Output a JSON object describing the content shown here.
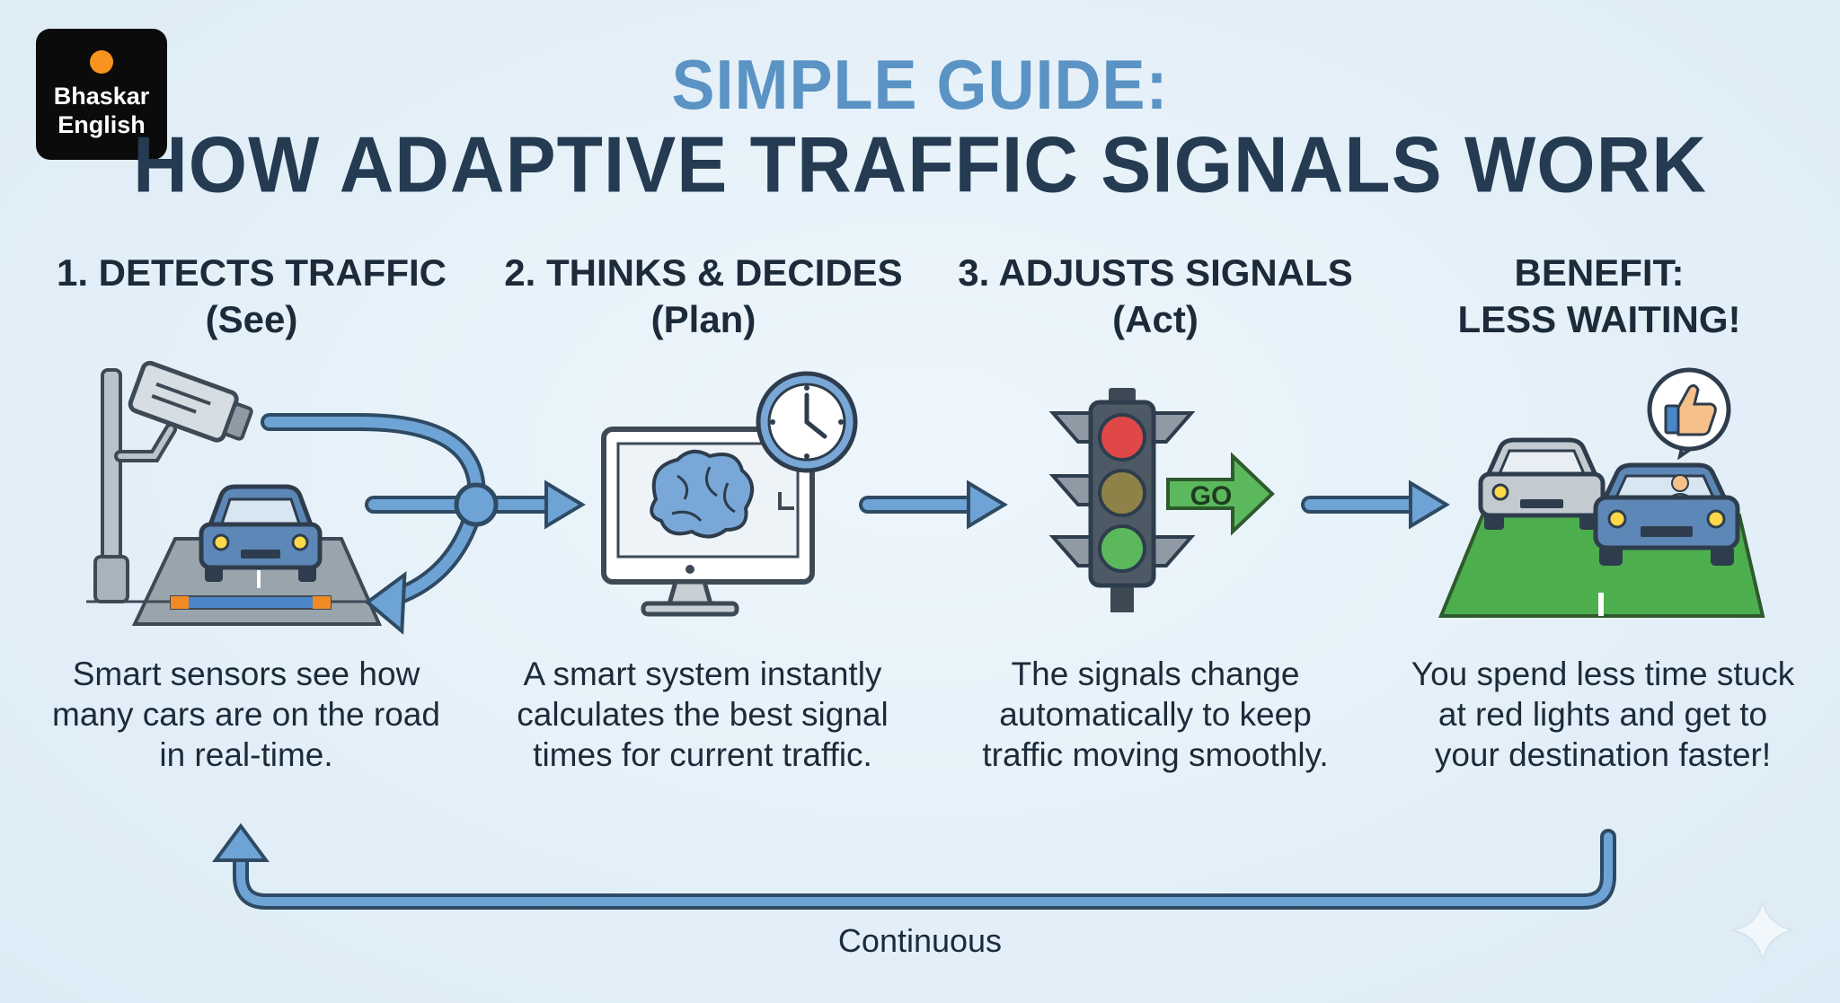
{
  "logo": {
    "line1": "Bhaskar",
    "line2": "English"
  },
  "title": {
    "line1": "SIMPLE GUIDE:",
    "line2": "HOW ADAPTIVE TRAFFIC SIGNALS WORK"
  },
  "steps": [
    {
      "head1": "1. DETECTS TRAFFIC",
      "head2": "(See)",
      "desc": "Smart sensors see how many cars are on the road in real-time."
    },
    {
      "head1": "2. THINKS & DECIDES",
      "head2": "(Plan)",
      "desc": "A smart system instantly calculates the best signal times for current traffic."
    },
    {
      "head1": "3. ADJUSTS SIGNALS",
      "head2": "(Act)",
      "desc": "The signals change automatically to keep traffic moving smoothly."
    },
    {
      "head1": "BENEFIT:",
      "head2": "LESS WAITING!",
      "desc": "You spend less time stuck at red lights and get to your destination faster!"
    }
  ],
  "signal": {
    "go_label": "GO"
  },
  "loop_label": "Continuous",
  "colors": {
    "accent_blue": "#5a93c4",
    "title_dark": "#243b52",
    "arrow": "#6ea3d6",
    "go_green": "#5cb85c",
    "road_green": "#4cae4c"
  }
}
